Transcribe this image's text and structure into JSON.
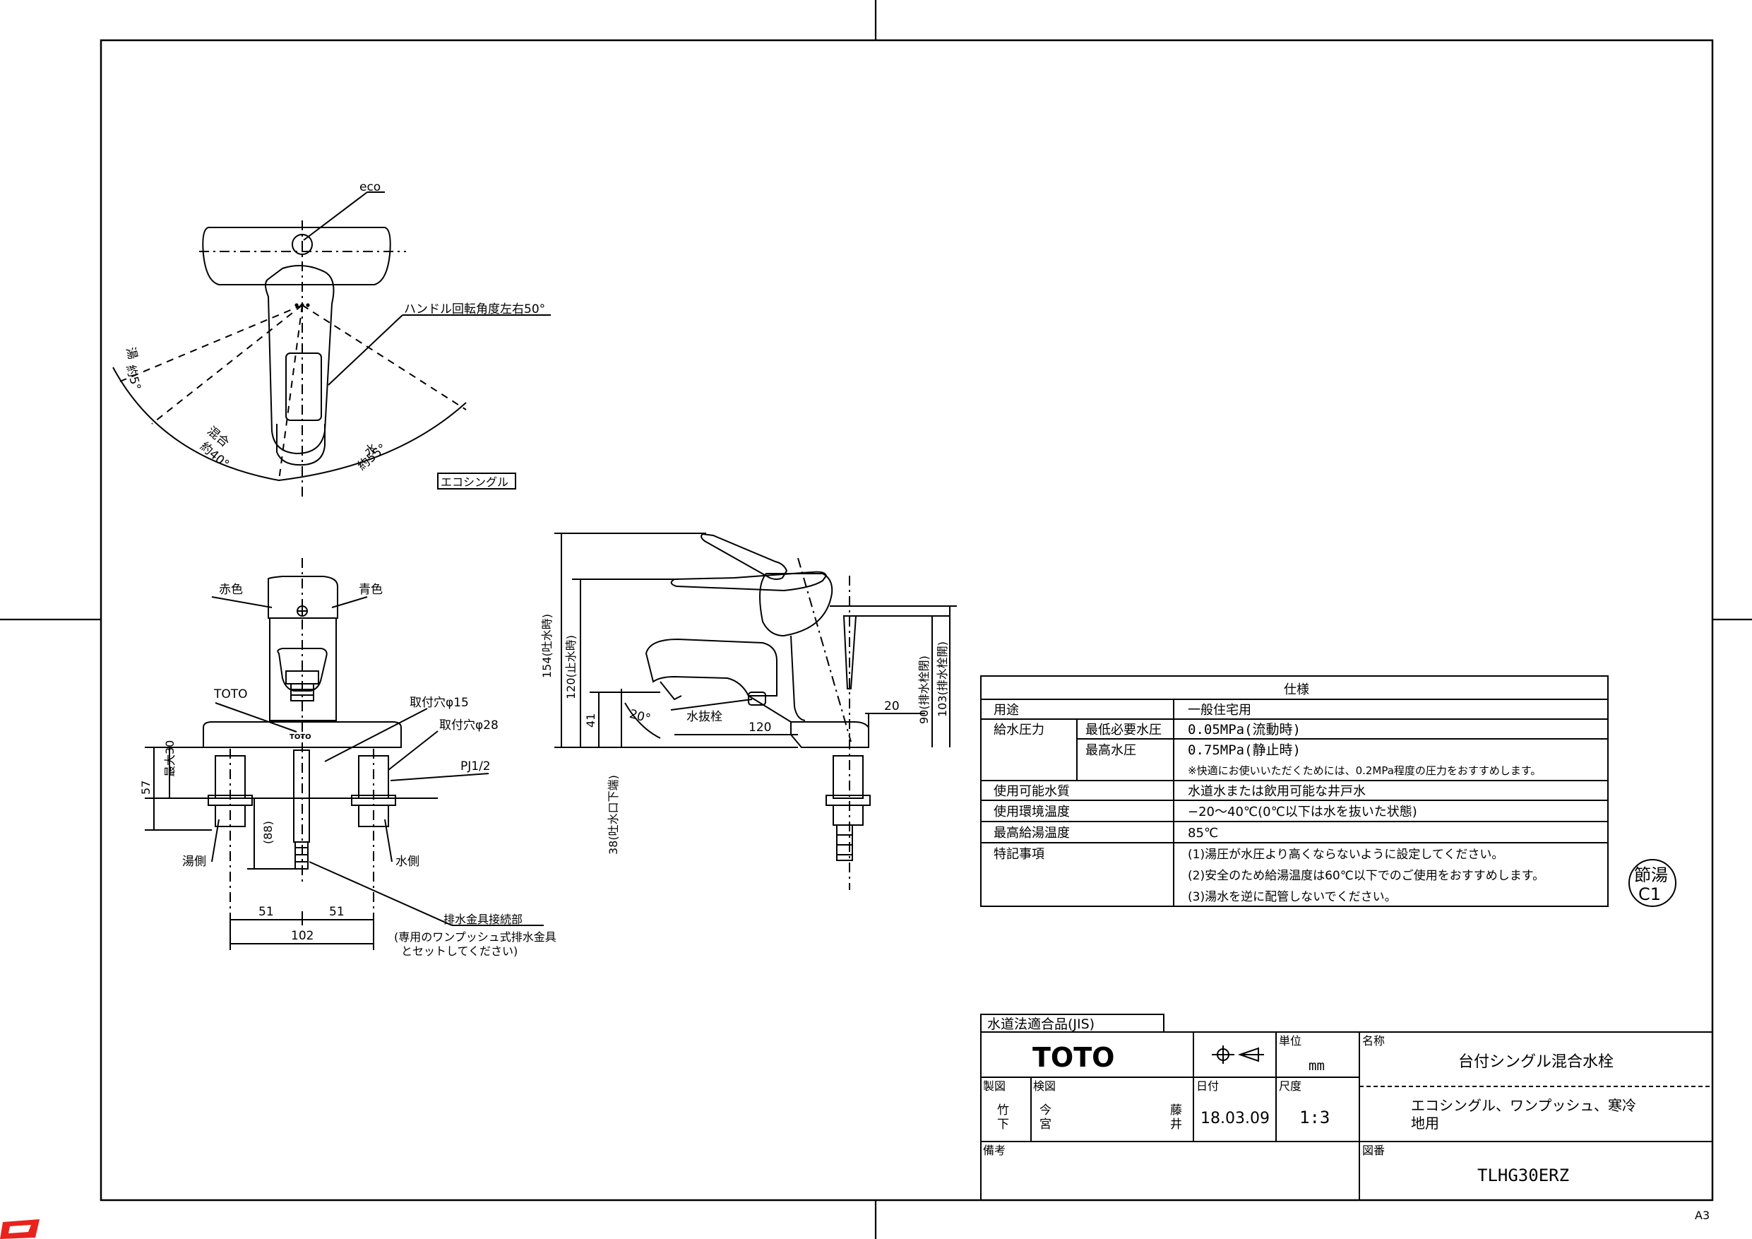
{
  "top_view": {
    "eco_label": "eco",
    "rotation_label": "ハンドル回転角度左右50°",
    "hot_label": "湯",
    "hot_angle": "約5°",
    "mix_label": "混合",
    "mix_angle": "約40°",
    "water_label": "水",
    "water_angle": "約55°",
    "model_tag": "エコシングル"
  },
  "front_view": {
    "red_label": "赤色",
    "blue_label": "青色",
    "toto_label": "TOTO",
    "body_logo": "TOTO",
    "hole15": "取付穴φ15",
    "hole28": "取付穴φ28",
    "pj": "PJ1/2",
    "max30": "最大30",
    "dim57": "57",
    "dim88": "(88)",
    "hot_side": "湯側",
    "water_side": "水側",
    "dim51a": "51",
    "dim51b": "51",
    "dim102": "102",
    "drain_label": "排水金具接続部",
    "drain_note1": "(専用のワンプッシュ式排水金具",
    "drain_note2": "とセットしてください)"
  },
  "side_view": {
    "dim154": "154(吐水時)",
    "dim120v": "120(止水時)",
    "dim41": "41",
    "dim38": "38(吐水口下端)",
    "angle20": "20°",
    "drain_valve": "水抜栓",
    "dim120h": "120",
    "dim20": "20",
    "dim90": "90(排水栓閉)",
    "dim103": "103(排水栓開)"
  },
  "spec": {
    "title": "仕様",
    "rows": [
      {
        "label": "用途",
        "sub": "",
        "value": "一般住宅用"
      },
      {
        "label": "給水圧力",
        "sub": "最低必要水圧",
        "value": "0.05MPa(流動時)"
      },
      {
        "label": "",
        "sub": "最高水圧",
        "value": "0.75MPa(静止時)"
      },
      {
        "label": "",
        "sub": "",
        "value": "※快適にお使いいただくためには、0.2MPa程度の圧力をおすすめします。"
      },
      {
        "label": "使用可能水質",
        "sub": "",
        "value": "水道水または飲用可能な井戸水"
      },
      {
        "label": "使用環境温度",
        "sub": "",
        "value": "−20〜40℃(0℃以下は水を抜いた状態)"
      },
      {
        "label": "最高給湯温度",
        "sub": "",
        "value": "85℃"
      },
      {
        "label": "特記事項",
        "sub": "",
        "value": "(1)湯圧が水圧より高くならないように設定してください。"
      },
      {
        "label": "",
        "sub": "",
        "value": "(2)安全のため給湯温度は60℃以下でのご使用をおすすめします。"
      },
      {
        "label": "",
        "sub": "",
        "value": "(3)湯水を逆に配管しないでください。"
      }
    ]
  },
  "stamp": {
    "line1": "節湯",
    "line2": "C1"
  },
  "title_block": {
    "jis": "水道法適合品(JIS)",
    "logo": "TOTO",
    "unit_label": "単位",
    "unit": "mm",
    "name_label": "名称",
    "name": "台付シングル混合水栓",
    "made_label": "製図",
    "made_by1": "竹",
    "made_by2": "下",
    "check_label": "検図",
    "check_by1": "今",
    "check_by2": "宮",
    "approve1": "藤",
    "approve2": "井",
    "date_label": "日付",
    "date": "18.03.09",
    "scale_label": "尺度",
    "scale": "1:3",
    "desc1": "エコシングル、ワンプッシュ、寒冷",
    "desc2": "地用",
    "remarks_label": "備考",
    "drawing_no_label": "図番",
    "drawing_no": "TLHG30ERZ"
  },
  "sheet_size": "A3"
}
